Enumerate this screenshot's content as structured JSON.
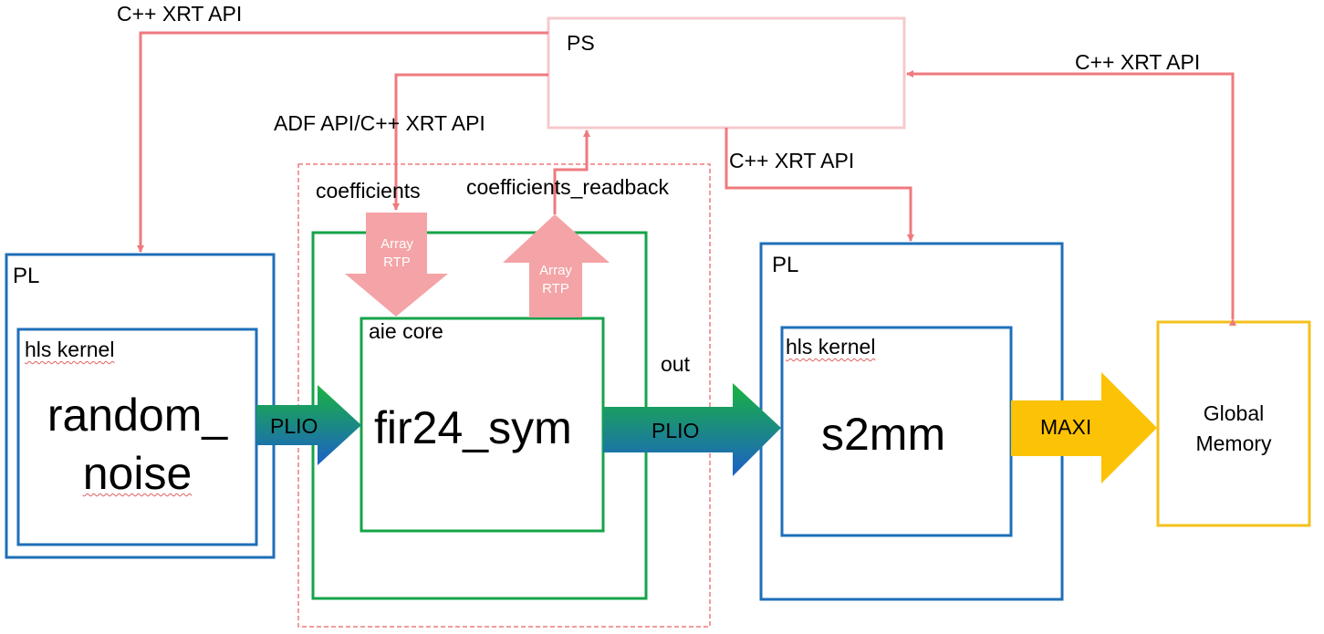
{
  "labels": {
    "ps": "PS",
    "api_top_left": "C++ XRT API",
    "api_right": "C++ XRT API",
    "api_adf": "ADF API/C++ XRT API",
    "api_s2mm": "C++ XRT API",
    "coefficients": "coefficients",
    "coefficients_readback": "coefficients_readback",
    "rtp_left_1": "Array",
    "rtp_left_2": "RTP",
    "rtp_right_1": "Array",
    "rtp_right_2": "RTP",
    "pl_left": "PL",
    "hls_kernel_left": "hls kernel",
    "random_noise_1": "random_",
    "random_noise_2": "noise",
    "aie_core": "aie core",
    "fir": "fir24_sym",
    "out": "out",
    "plio_left": "PLIO",
    "plio_right": "PLIO",
    "pl_right": "PL",
    "hls_kernel_right": "hls kernel",
    "s2mm": "s2mm",
    "maxi": "MAXI",
    "global_memory_1": "Global",
    "global_memory_2": "Memory"
  },
  "colors": {
    "connector": "#ef7a7e",
    "ps_border": "#f6c9cc",
    "rtp_fill": "#f4a3a6",
    "pl_border": "#1f6fb8",
    "aie_border": "#16a34a",
    "memory_border": "#f5c01e",
    "maxi_fill": "#fcc206",
    "plio_green": "#19b33f",
    "plio_blue": "#1d5fc9"
  }
}
